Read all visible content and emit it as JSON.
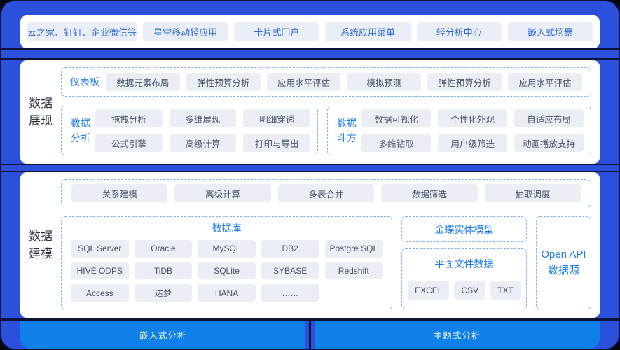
{
  "colors": {
    "frame_blue": "#2b51dc",
    "edge_navy": "#0b1236",
    "panel_white": "#ffffff",
    "accent_blue": "#1b7ce8",
    "link_blue": "#2d6bd6",
    "chip_bg": "#ebeef4",
    "chip_text": "#46536a",
    "dashed_border": "#7db3f2",
    "footer_bar_blue": "#0f80e8",
    "footer_text": "#ffffff",
    "section_label_text": "#2b323e"
  },
  "top_bar": {
    "items": [
      "云之家、钉钉、企业微信等",
      "星空移动轻应用",
      "卡片式门户",
      "系统应用菜单",
      "轻分析中心",
      "嵌入式场景"
    ]
  },
  "presentation": {
    "section_label": "数据展现",
    "dashboard": {
      "label": "仪表板",
      "items": [
        "数据元素布局",
        "弹性预算分析",
        "应用水平评估",
        "模拟预测",
        "弹性预算分析",
        "应用水平评估"
      ]
    },
    "analysis": {
      "label": "数据分析",
      "items": [
        "拖拽分析",
        "多维展现",
        "明细穿透",
        "公式引擎",
        "高级计算",
        "打印与导出"
      ]
    },
    "doufang": {
      "label": "数据斗方",
      "items": [
        "数据可视化",
        "个性化外观",
        "自适应布局",
        "多维钻取",
        "用户级筛选",
        "动画播放支持"
      ]
    }
  },
  "modeling": {
    "section_label": "数据建模",
    "capabilities": [
      "关系建模",
      "高级计算",
      "多表合并",
      "数据筛选",
      "抽取调度"
    ],
    "database": {
      "title": "数据库",
      "items": [
        "SQL Server",
        "Oracle",
        "MySQL",
        "DB2",
        "Postgre SQL",
        "HIVE ODPS",
        "TiDB",
        "SQLite",
        "SYBASE",
        "Redshift",
        "Access",
        "达梦",
        "HANA",
        "……"
      ]
    },
    "kingdee_title": "金蝶实体模型",
    "flat_file": {
      "title": "平面文件数据",
      "items": [
        "EXCEL",
        "CSV",
        "TXT"
      ]
    },
    "open_api": {
      "line1": "Open API",
      "line2": "数据源"
    }
  },
  "footer": {
    "left": "嵌入式分析",
    "right": "主题式分析"
  }
}
